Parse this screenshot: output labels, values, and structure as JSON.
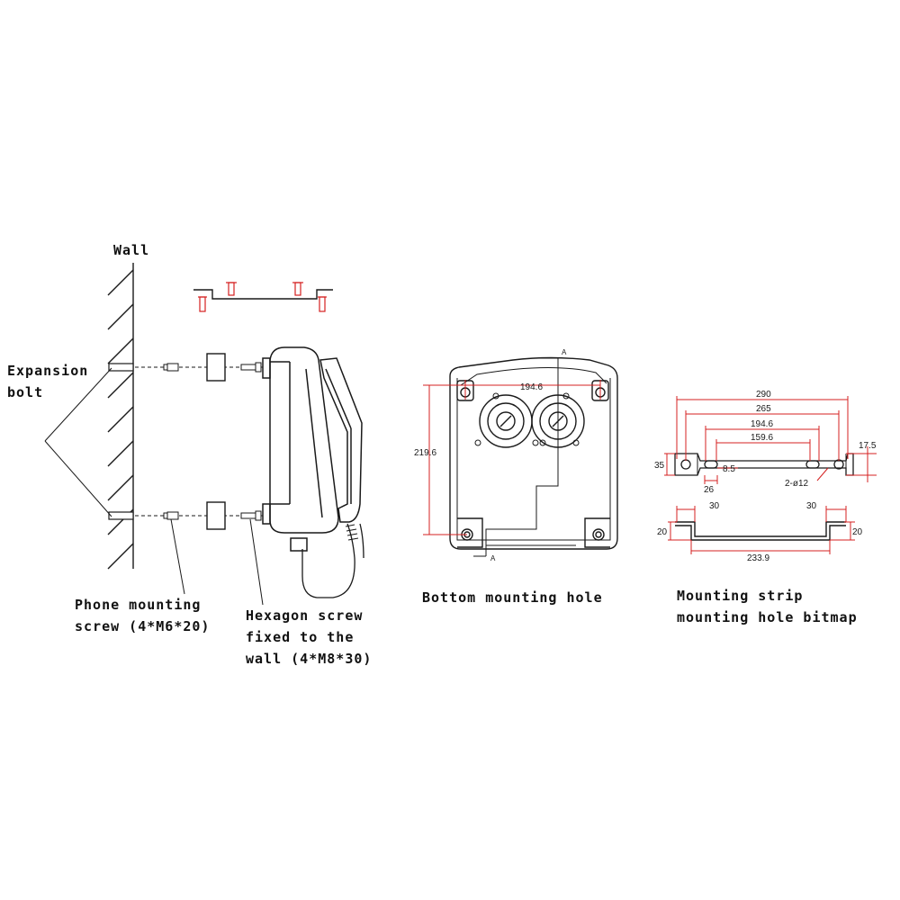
{
  "labels": {
    "wall": "Wall",
    "expansion_line1": "Expansion",
    "expansion_line2": "bolt",
    "phone_screw_line1": "Phone mounting",
    "phone_screw_line2": "screw (4*M6*20)",
    "hex_screw_line1": "Hexagon screw",
    "hex_screw_line2": "fixed to the",
    "hex_screw_line3": "wall (4*M8*30)",
    "bottom_hole": "Bottom mounting hole",
    "strip_line1": "Mounting strip",
    "strip_line2": "mounting hole bitmap"
  },
  "dimensions": {
    "bottom_width": "194.6",
    "bottom_height": "219.6",
    "section_mark": "A",
    "strip_290": "290",
    "strip_265": "265",
    "strip_1946": "194.6",
    "strip_1596": "159.6",
    "strip_175": "17.5",
    "strip_35": "35",
    "strip_26": "26",
    "strip_85": "8.5",
    "strip_holes": "2-ø12",
    "side_30_left": "30",
    "side_30_right": "30",
    "side_20_left": "20",
    "side_20_right": "20",
    "side_2339": "233.9"
  },
  "colors": {
    "line": "#1a1a1a",
    "accent": "#d42020"
  }
}
